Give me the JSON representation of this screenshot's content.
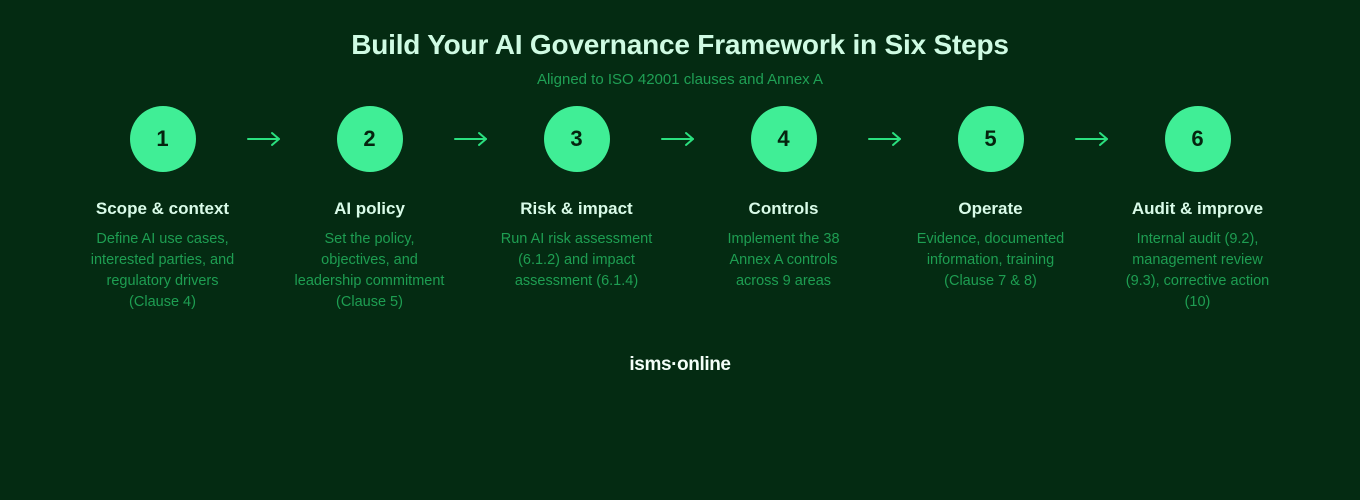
{
  "header": {
    "title": "Build Your AI Governance Framework in Six Steps",
    "subtitle": "Aligned to ISO 42001 clauses and Annex A"
  },
  "colors": {
    "background": "#042B12",
    "accent": "#40EE96",
    "title_text": "#CFFBE3",
    "step_title_text": "#D9FBE8",
    "body_text": "#1E9E52",
    "arrow": "#2BE07F",
    "circle_number_text": "#05240F",
    "logo_text": "#F4FFF9"
  },
  "steps": [
    {
      "number": "1",
      "title": "Scope & context",
      "description": "Define AI use cases, interested parties, and regulatory drivers (Clause 4)"
    },
    {
      "number": "2",
      "title": "AI policy",
      "description": "Set the policy, objectives, and leadership commitment (Clause 5)"
    },
    {
      "number": "3",
      "title": "Risk & impact",
      "description": "Run AI risk assessment (6.1.2) and impact assessment (6.1.4)"
    },
    {
      "number": "4",
      "title": "Controls",
      "description": "Implement the 38 Annex A controls across 9 areas"
    },
    {
      "number": "5",
      "title": "Operate",
      "description": "Evidence, documented information, training (Clause 7 & 8)"
    },
    {
      "number": "6",
      "title": "Audit & improve",
      "description": "Internal audit (9.2), management review (9.3), corrective action (10)"
    }
  ],
  "connectors": [
    {
      "icon": "arrow-right-icon"
    },
    {
      "icon": "arrow-right-icon"
    },
    {
      "icon": "arrow-right-icon"
    },
    {
      "icon": "arrow-right-icon"
    },
    {
      "icon": "arrow-right-icon"
    }
  ],
  "footer": {
    "logo": "isms·online"
  }
}
